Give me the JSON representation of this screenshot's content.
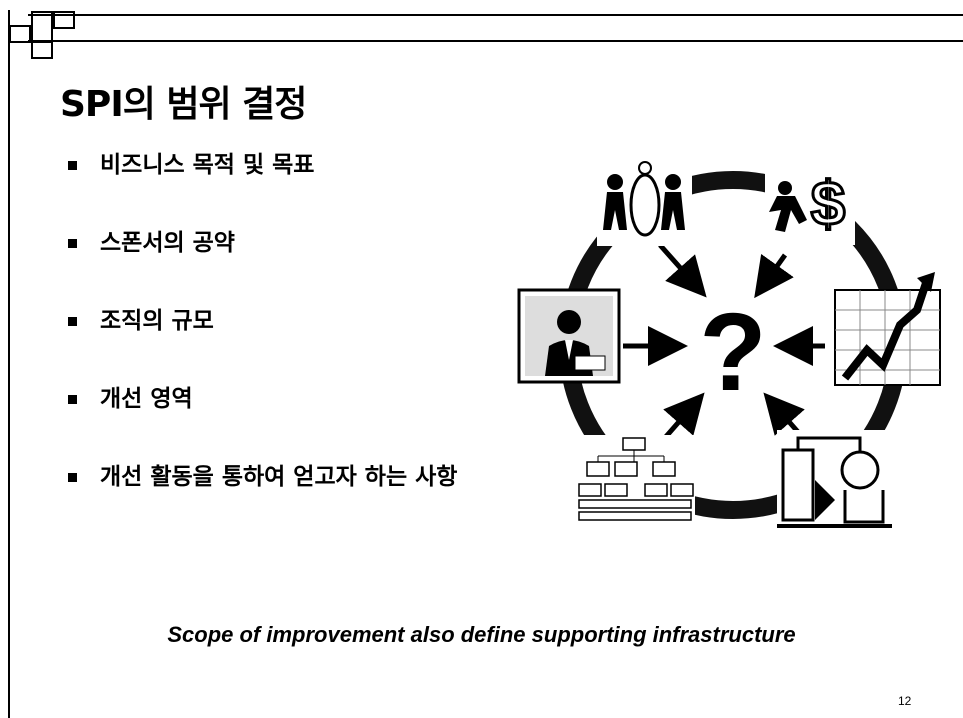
{
  "slide": {
    "title": "SPI의 범위 결정",
    "bullets": [
      "비즈니스 목적 및 목표",
      "스폰서의 공약",
      "조직의 규모",
      "개선 영역",
      "개선 활동을 통하여 얻고자 하는 사항"
    ],
    "figure": {
      "center_symbol": "?",
      "icons": [
        "people-handshake-icon",
        "dollar-runner-icon",
        "growth-chart-icon",
        "lab-equipment-icon",
        "org-chart-icon",
        "manager-portrait-icon"
      ]
    },
    "caption": "Scope of improvement also define supporting infrastructure",
    "page_number": "12"
  }
}
